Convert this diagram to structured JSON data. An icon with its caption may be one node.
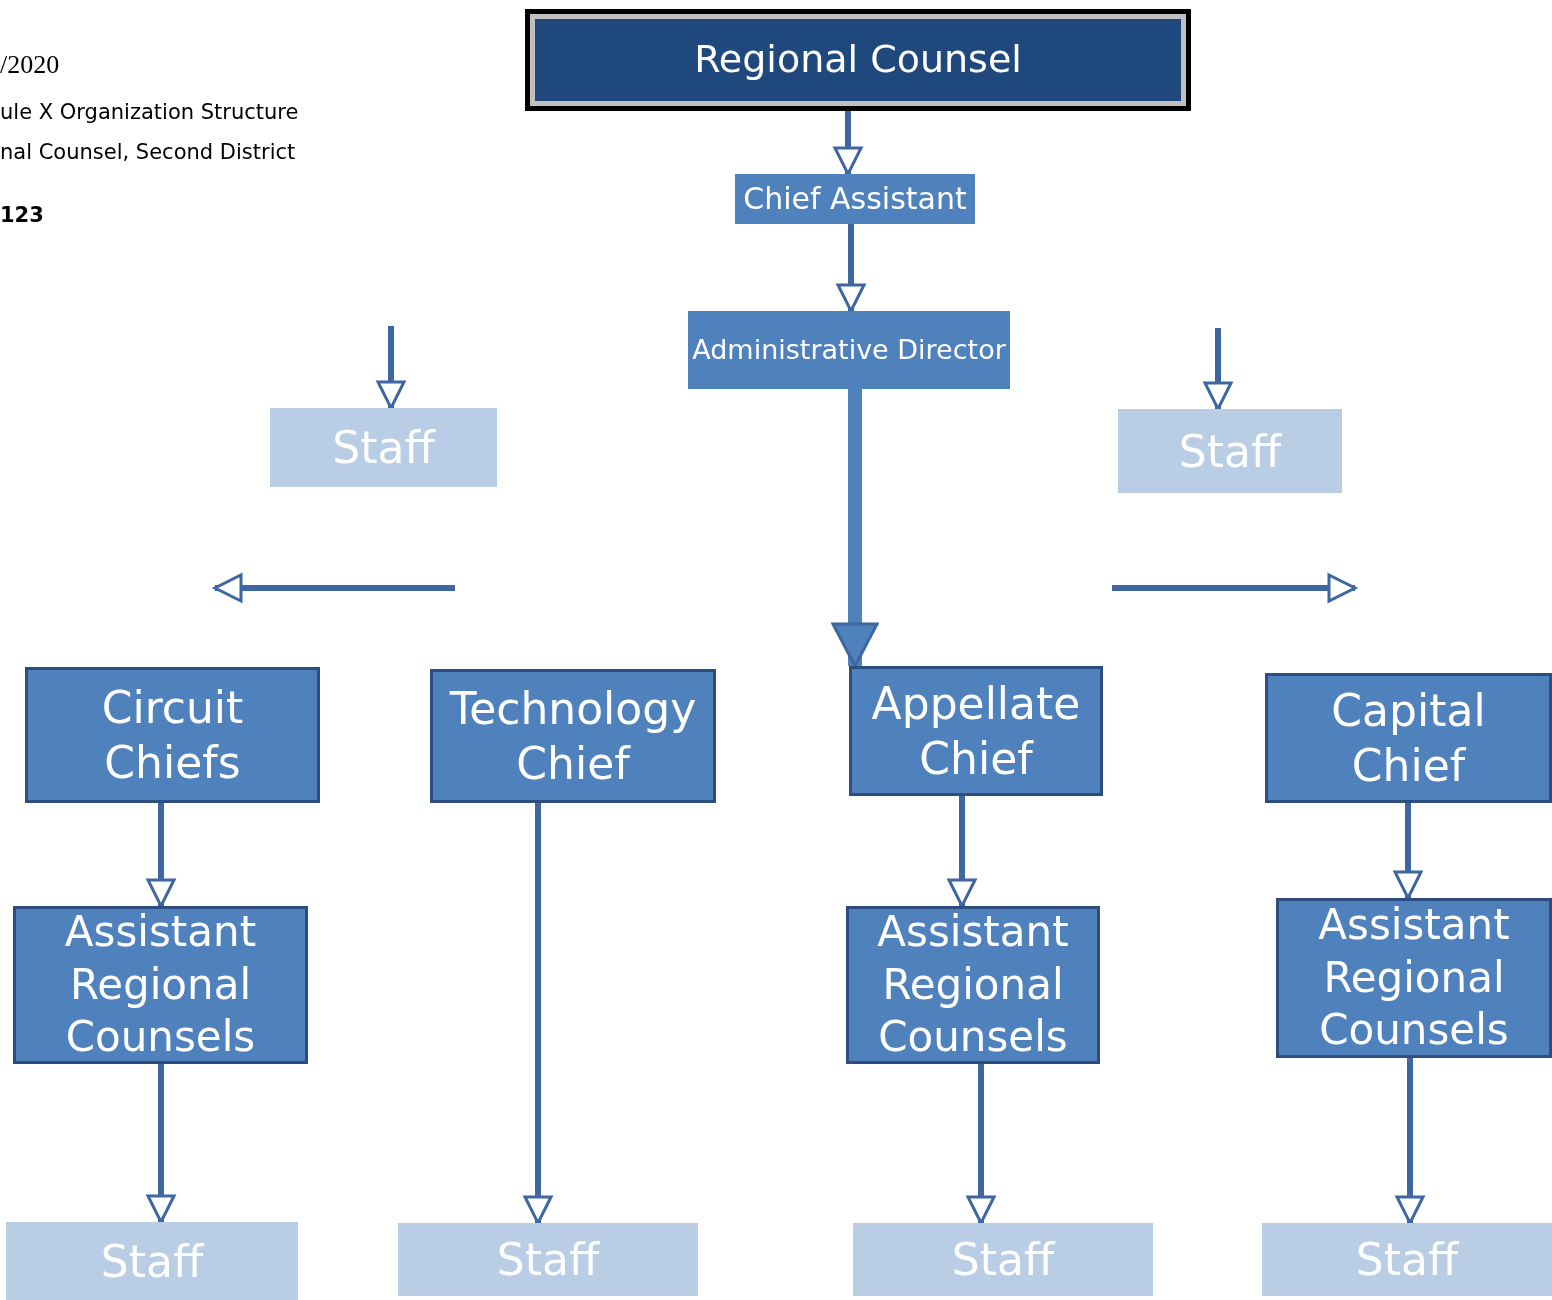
{
  "diagram": {
    "nodes": [
      {
        "text": [
          "Regional Counsel"
        ]
      },
      {
        "text": [
          "Chief Assistant"
        ]
      },
      {
        "text": [
          "Administrative Director"
        ]
      },
      {
        "text": [
          "Staff"
        ]
      },
      {
        "text": [
          "Staff"
        ]
      },
      {
        "text": [
          "Circuit Chiefs"
        ]
      },
      {
        "text": [
          "Technology Chief"
        ]
      },
      {
        "text": [
          "Appellate Chief"
        ]
      },
      {
        "text": [
          "Capital Chief"
        ]
      },
      {
        "text": [
          "Assistant Regional Counsels"
        ]
      },
      {
        "text": [
          "Assistant Regional Counsels"
        ]
      },
      {
        "text": [
          "Assistant Regional Counsels"
        ]
      },
      {
        "text": [
          "Staff"
        ]
      },
      {
        "text": [
          "Staff"
        ]
      },
      {
        "text": [
          "Staff"
        ]
      },
      {
        "text": [
          "Staff"
        ]
      }
    ],
    "edges": [
      {
        "from": 0,
        "to": 1,
        "arrow": "to"
      },
      {
        "from": 1,
        "to": 2,
        "arrow": "to"
      },
      {
        "from": null,
        "to": 3,
        "arrow": "to"
      },
      {
        "from": null,
        "to": 4,
        "arrow": "to"
      },
      {
        "from": 2,
        "to": 7,
        "arrow": "to",
        "style": "thick"
      },
      {
        "from": 5,
        "to": 9,
        "arrow": "to"
      },
      {
        "from": 9,
        "to": 12,
        "arrow": "to"
      },
      {
        "from": 6,
        "to": 13,
        "arrow": "to"
      },
      {
        "from": 7,
        "to": 10,
        "arrow": "to"
      },
      {
        "from": 10,
        "to": 14,
        "arrow": "to"
      },
      {
        "from": 8,
        "to": 11,
        "arrow": "to"
      },
      {
        "from": 11,
        "to": 15,
        "arrow": "to"
      }
    ],
    "labels": [
      "/2020",
      "ule X Organization Structure",
      "nal Counsel, Second District",
      "123"
    ]
  }
}
